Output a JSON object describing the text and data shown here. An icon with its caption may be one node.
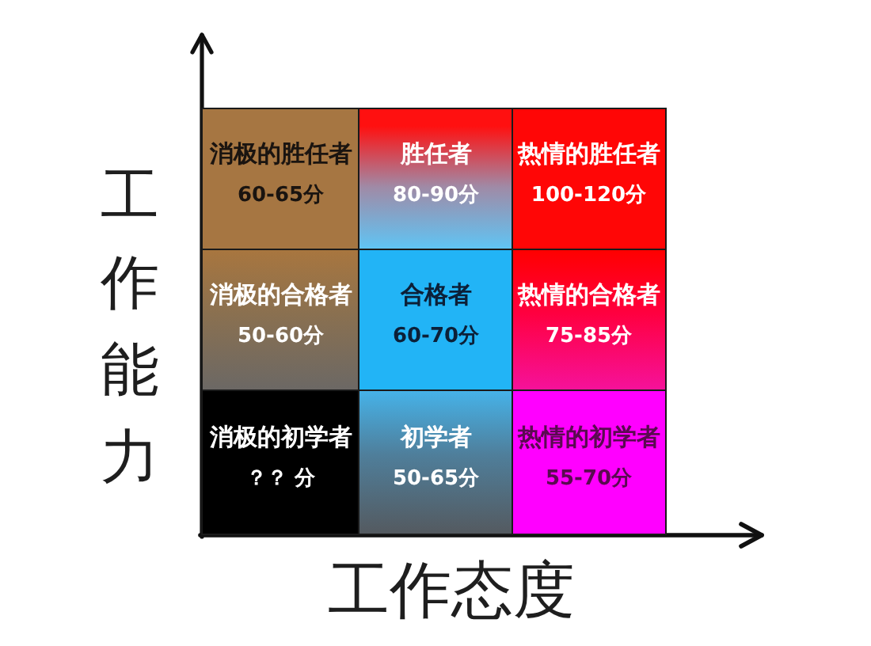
{
  "diagram": {
    "nodes": [
      {
        "text": [
          "消极的胜任者",
          "60-65分"
        ]
      },
      {
        "text": [
          "胜任者",
          "80-90分"
        ]
      },
      {
        "text": [
          "热情的胜任者",
          "100-120分"
        ]
      },
      {
        "text": [
          "消极的合格者",
          "50-60分"
        ]
      },
      {
        "text": [
          "合格者",
          "60-70分"
        ]
      },
      {
        "text": [
          "热情的合格者",
          "75-85分"
        ]
      },
      {
        "text": [
          "消极的初学者",
          "？？ 分"
        ]
      },
      {
        "text": [
          "初学者",
          "50-65分"
        ]
      },
      {
        "text": [
          "热情的初学者",
          "55-70分"
        ]
      }
    ],
    "labels": [
      "工作能力",
      "工作态度"
    ]
  }
}
